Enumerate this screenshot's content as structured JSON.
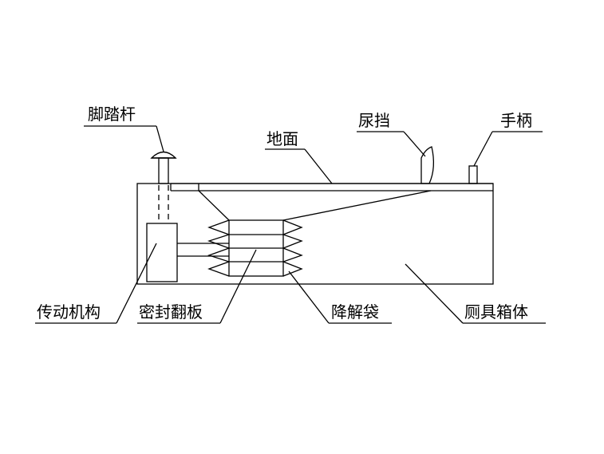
{
  "labels": {
    "foot_pedal": "脚踏杆",
    "ground": "地面",
    "urine_guard": "尿挡",
    "handle": "手柄",
    "transmission": "传动机构",
    "sealing_flap": "密封翻板",
    "degradation_bag": "降解袋",
    "toilet_box": "厕具箱体"
  }
}
